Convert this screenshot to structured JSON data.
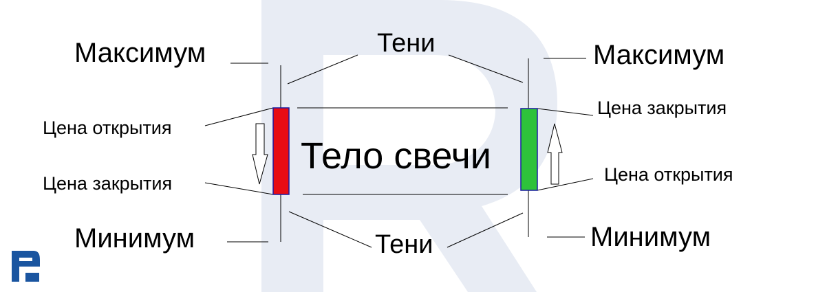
{
  "labels": {
    "max_left": "Максимум",
    "max_right": "Максимум",
    "min_left": "Минимум",
    "min_right": "Минимум",
    "shadows_top": "Тени",
    "shadows_bottom": "Тени",
    "body": "Тело свечи",
    "open_left": "Цена открытия",
    "close_left": "Цена закрытия",
    "close_right": "Цена закрытия",
    "open_right": "Цена открытия"
  },
  "colors": {
    "bearish": "#e80c14",
    "bullish": "#2ec23a",
    "outline": "#1a1aa0",
    "watermark": "#e8ecf4",
    "logo": "#1a55a0"
  }
}
